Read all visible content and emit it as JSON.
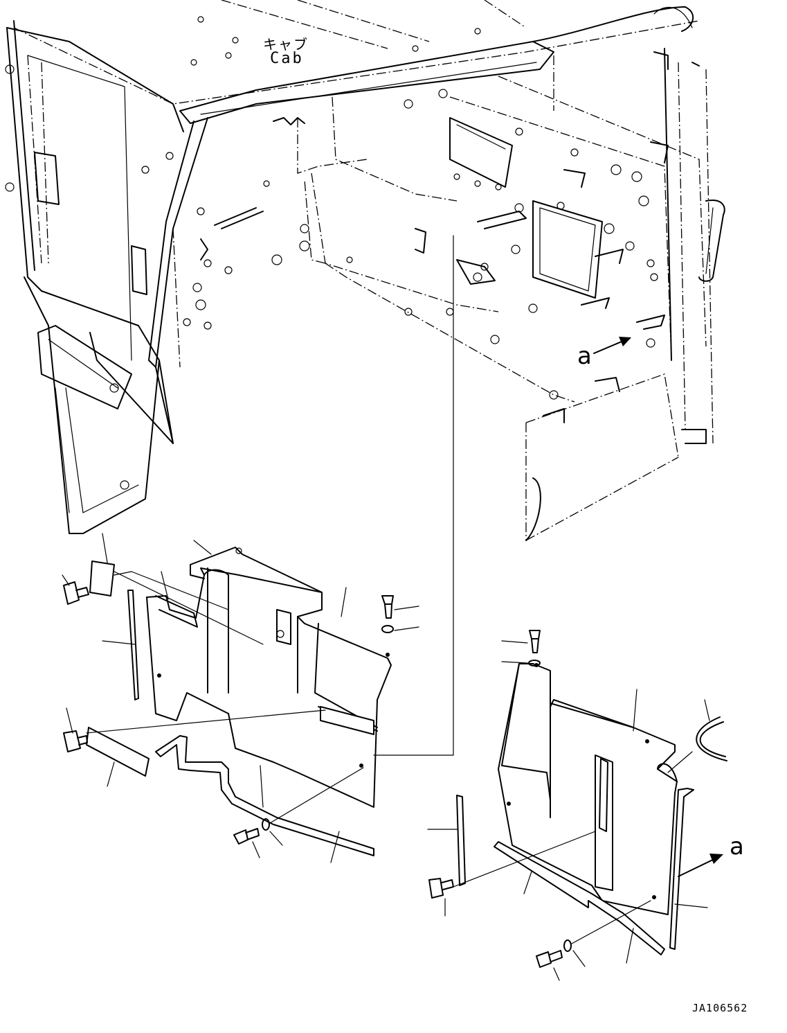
{
  "drawing": {
    "cab_label_jp": "キャブ",
    "cab_label_en": "Cab",
    "view_ref_upper": "a",
    "view_ref_lower": "a",
    "drawing_code": "JA106562"
  },
  "colors": {
    "line": "#000000",
    "background": "#ffffff"
  }
}
